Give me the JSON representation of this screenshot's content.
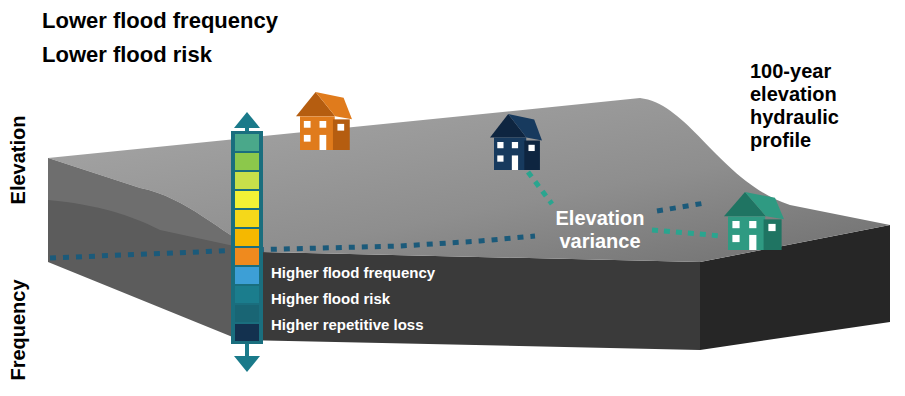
{
  "diagram": {
    "labels": [
      "Lower flood frequency",
      "Lower flood risk",
      "Elevation",
      "Frequency",
      "Higher flood frequency",
      "Higher flood risk",
      "Higher repetitive loss",
      "100-year elevation hydraulic profile",
      "Elevation variance"
    ]
  }
}
